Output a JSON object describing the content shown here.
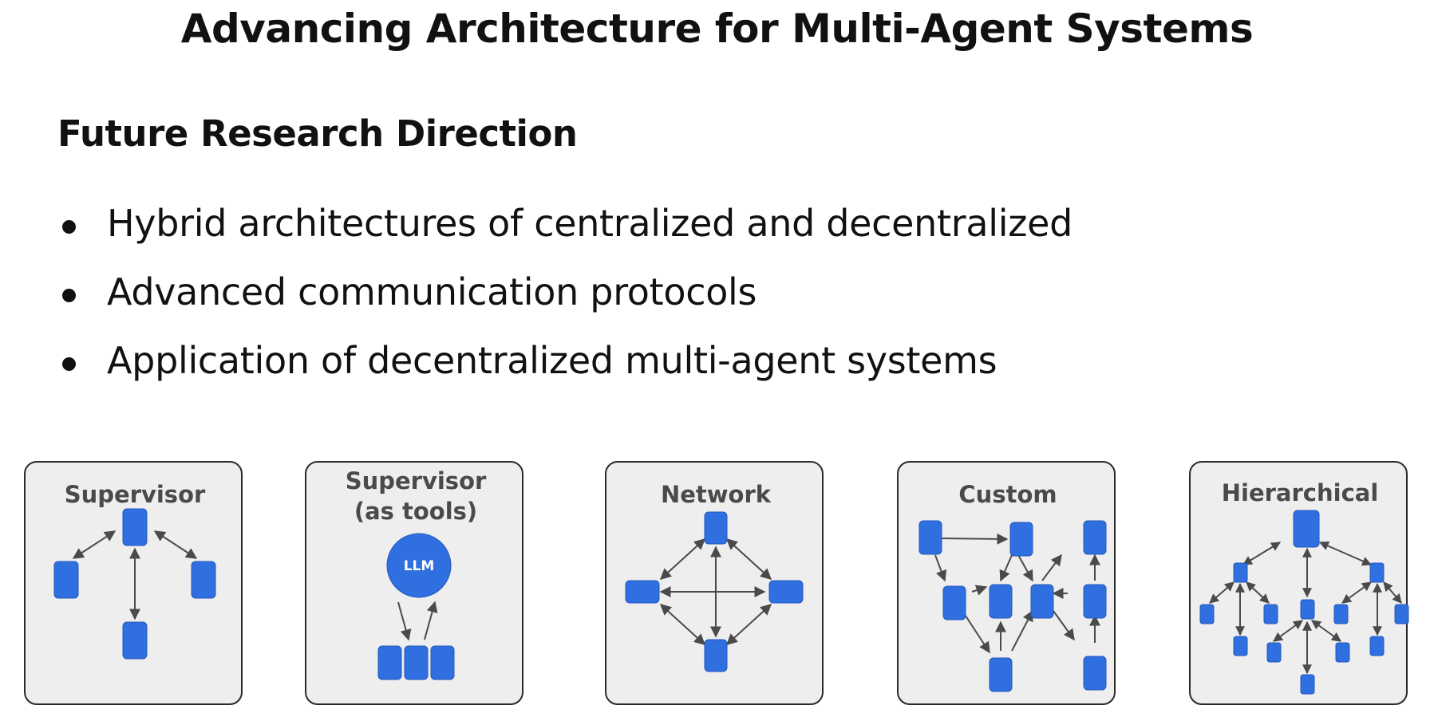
{
  "title": "Advancing Architecture for Multi-Agent Systems",
  "section_heading": "Future Research Direction",
  "bullets": [
    "Hybrid architectures of centralized and decentralized",
    "Advanced communication protocols",
    "Application of decentralized multi-agent systems"
  ],
  "diagrams": [
    {
      "title_lines": [
        "Supervisor"
      ]
    },
    {
      "title_lines": [
        "Supervisor",
        "(as tools)"
      ],
      "circle_label": "LLM"
    },
    {
      "title_lines": [
        "Network"
      ]
    },
    {
      "title_lines": [
        "Custom"
      ]
    },
    {
      "title_lines": [
        "Hierarchical"
      ]
    }
  ],
  "colors": {
    "node": "#2f6fe0",
    "card_background": "#eeeeee",
    "card_border": "#2a2a2a",
    "arrow": "#4a4a4a"
  }
}
